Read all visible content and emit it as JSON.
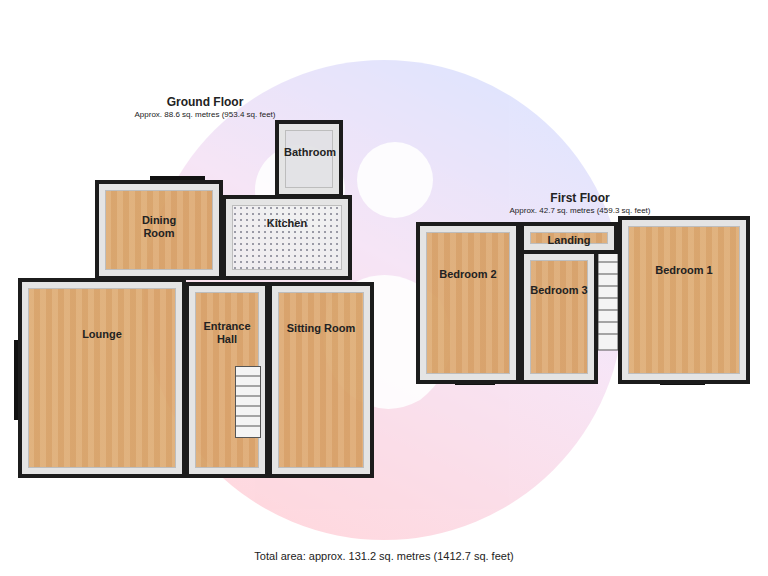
{
  "diagram": {
    "caption": "Total area: approx. 131.2 sq. metres (1412.7 sq. feet)",
    "nodes": [
      {
        "text": [
          "Bathroom"
        ]
      },
      {
        "text": [
          "Dining Room"
        ]
      },
      {
        "text": [
          "Kitchen"
        ]
      },
      {
        "text": [
          "Landing"
        ]
      },
      {
        "text": [
          "Bedroom 2"
        ]
      },
      {
        "text": [
          "Bedroom 1"
        ]
      },
      {
        "text": [
          "Bedroom 3"
        ]
      },
      {
        "text": [
          "Lounge"
        ]
      },
      {
        "text": [
          "Entrance Hall"
        ]
      },
      {
        "text": [
          "Sitting Room"
        ]
      }
    ],
    "labels": [
      "Ground Floor",
      "Approx. 88.6 sq. metres (953.4 sq. feet)",
      "First Floor",
      "Approx. 42.7 sq. metres (459.3 sq. feet)"
    ]
  }
}
